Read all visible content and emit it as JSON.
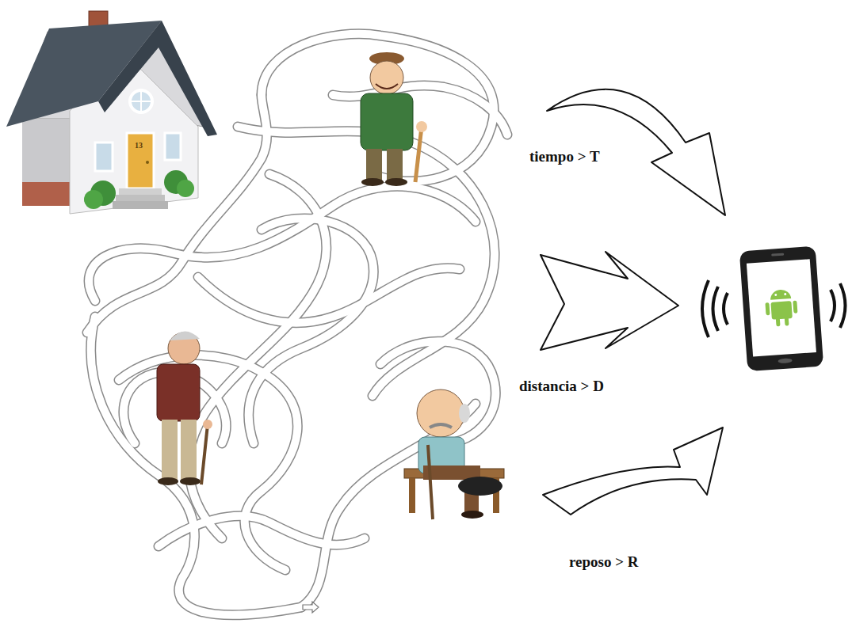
{
  "diagram": {
    "labels": [
      "tiempo > T",
      "distancia > D",
      "reposo > R",
      "13"
    ]
  }
}
